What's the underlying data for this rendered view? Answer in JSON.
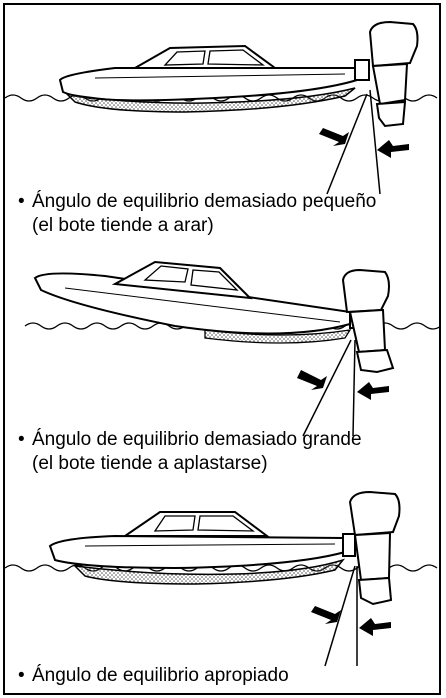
{
  "captions": [
    {
      "bullet": "•",
      "line1": "Ángulo de equilibrio demasiado pequeño",
      "line2": "(el bote tiende a arar)"
    },
    {
      "bullet": "•",
      "line1": "Ángulo de equilibrio demasiado grande",
      "line2": "(el bote tiende a aplastarse)"
    },
    {
      "bullet": "•",
      "line1": "Ángulo de equilibrio apropiado",
      "line2": ""
    }
  ],
  "colors": {
    "ink": "#000000",
    "paper": "#ffffff",
    "hull_stipple": "#9a9a9a"
  }
}
